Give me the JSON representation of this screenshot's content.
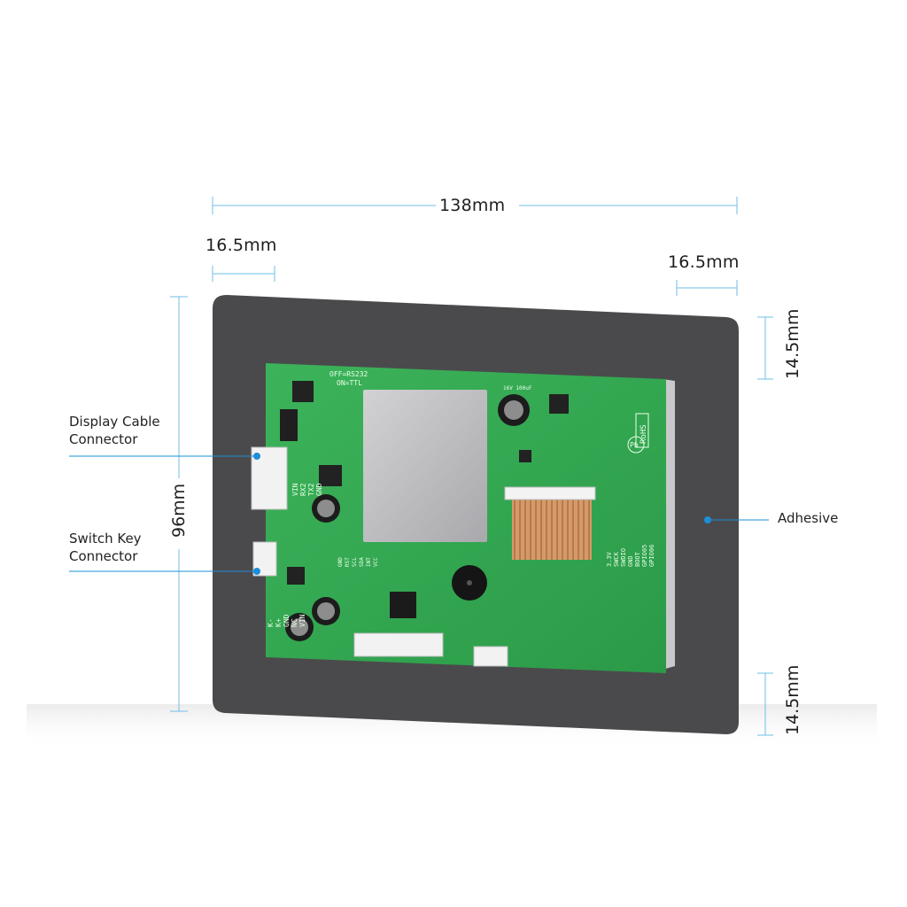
{
  "dimensions": {
    "width_total": "138mm",
    "margin_left": "16.5mm",
    "margin_right": "16.5mm",
    "height_total": "96mm",
    "margin_top": "14.5mm",
    "margin_bottom": "14.5mm"
  },
  "callouts": {
    "display_cable": "Display Cable Connector",
    "switch_key": "Switch Key Connector",
    "adhesive": "Adhesive"
  },
  "pcb_silkscreen": {
    "mode_top": "OFF=RS232",
    "mode_bottom": "ON=TTL",
    "rohs": "RoHS",
    "pb": "Pb",
    "pins_left_top": [
      "VIN",
      "RX2",
      "TX2",
      "GND"
    ],
    "pins_left_bottom": [
      "K-",
      "K+",
      "GND",
      "NC",
      "VIN"
    ],
    "pins_mid": [
      "GND",
      "RST",
      "SCL",
      "SDA",
      "INT",
      "VCC"
    ],
    "pins_right": [
      "3.3V",
      "SWCK",
      "SWDIO",
      "GND",
      "BOOT",
      "GPIO05",
      "GPIO06"
    ],
    "cap_label": "16V 100uF"
  },
  "colors": {
    "accent": "#1a8fd8",
    "pcb_green": "#2fa84f",
    "adhesive": "#4a4a4c",
    "dimension_line": "#6fbfe6"
  }
}
